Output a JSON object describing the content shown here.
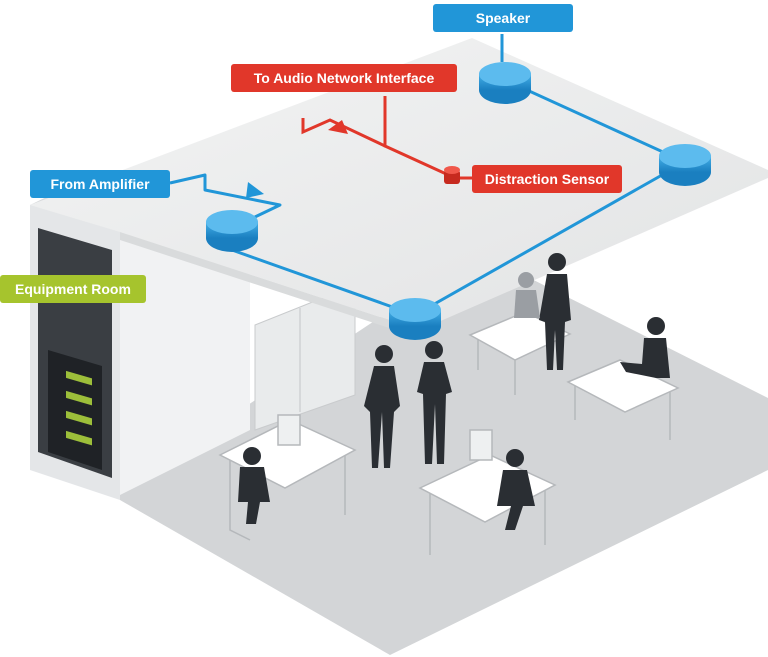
{
  "labels": {
    "speaker": "Speaker",
    "audio_interface": "To Audio Network Interface",
    "amplifier": "From Amplifier",
    "sensor": "Distraction Sensor",
    "equipment_room": "Equipment Room"
  },
  "colors": {
    "cable_blue": "#2196d8",
    "signal_red": "#e1372a",
    "room_label_green": "#a6c42d",
    "floor": "#d4d6d8",
    "ceiling": "#e9eaeb",
    "silhouette": "#2a2e33"
  },
  "icons": {
    "speaker": "ceiling-speaker-icon",
    "sensor": "distraction-sensor-icon",
    "rack": "equipment-rack-icon"
  }
}
